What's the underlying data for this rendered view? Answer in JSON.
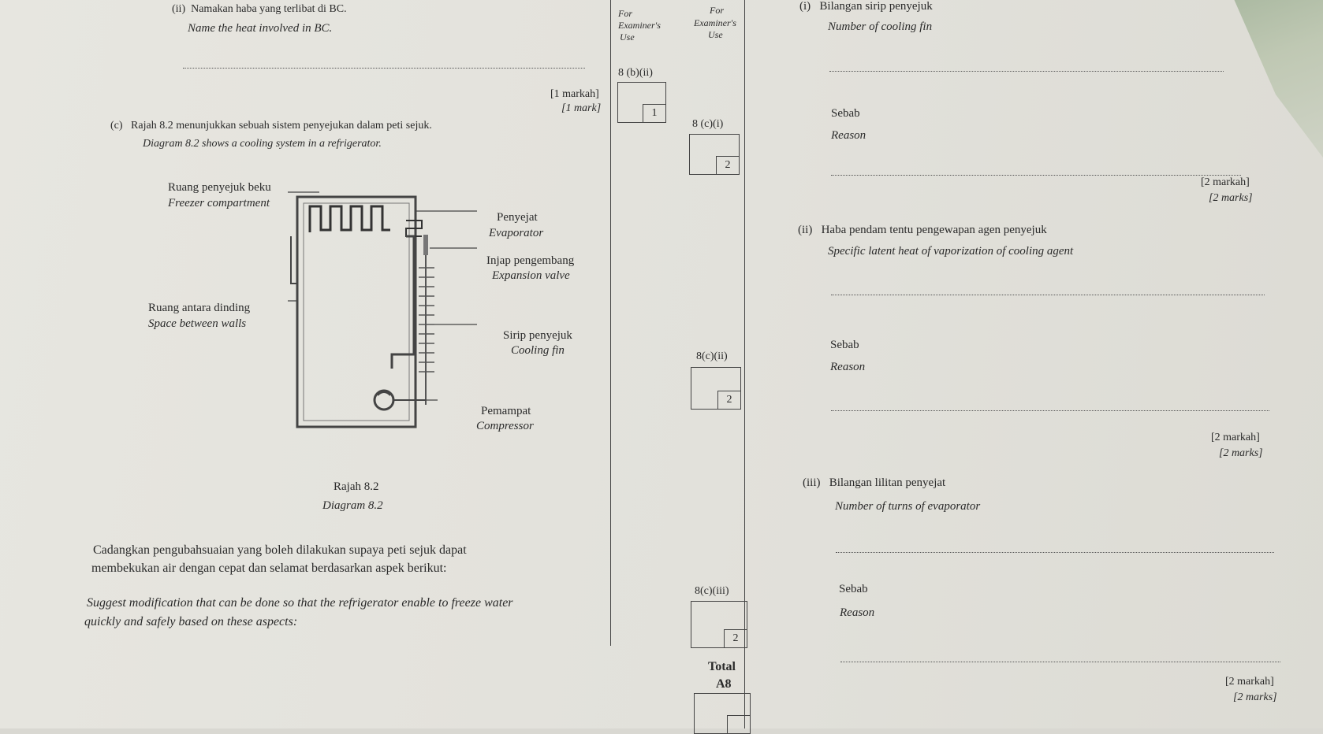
{
  "left": {
    "q_b_ii_marker": "(ii)",
    "q_b_ii_ms": "Namakan haba yang terlibat di BC.",
    "q_b_ii_en": "Name the heat involved in BC.",
    "q_b_ii_mark_ms": "[1 markah]",
    "q_b_ii_mark_en": "[1 mark]",
    "q_c_marker": "(c)",
    "q_c_ms": "Rajah 8.2 menunjukkan sebuah sistem penyejukan dalam peti sejuk.",
    "q_c_en": "Diagram 8.2 shows a cooling system in a refrigerator.",
    "caption_ms": "Rajah 8.2",
    "caption_en": "Diagram 8.2",
    "suggest_ms_1": "Cadangkan  pengubahsuaian  yang  boleh  dilakukan  supaya  peti  sejuk  dapat",
    "suggest_ms_2": "membekukan air dengan cepat dan selamat berdasarkan aspek berikut:",
    "suggest_en_1": "Suggest modification that can be done so that the refrigerator enable to freeze water",
    "suggest_en_2": "quickly and safely based on these aspects:"
  },
  "diagram_labels": {
    "freezer_ms": "Ruang penyejuk beku",
    "freezer_en": "Freezer compartment",
    "evaporator_ms": "Penyejat",
    "evaporator_en": "Evaporator",
    "valve_ms": "Injap pengembang",
    "valve_en": "Expansion valve",
    "walls_ms": "Ruang antara dinding",
    "walls_en": "Space between walls",
    "fin_ms": "Sirip penyejuk",
    "fin_en": "Cooling fin",
    "compressor_ms": "Pemampat",
    "compressor_en": "Compressor"
  },
  "examiner": {
    "for_1": "For",
    "examiners_1": "Examiner's",
    "use_1": "Use",
    "for_2": "For",
    "examiners_2": "Examiner's",
    "use_2": "Use",
    "code_b_ii": "8 (b)(ii)",
    "score_b_ii": "1",
    "code_c_i": "8 (c)(i)",
    "score_c_i": "2",
    "code_c_ii": "8(c)(ii)",
    "score_c_ii": "2",
    "code_c_iii": "8(c)(iii)",
    "score_c_iii": "2",
    "total_label": "Total",
    "total_code": "A8"
  },
  "right": {
    "i_marker": "(i)",
    "i_ms": "Bilangan sirip penyejuk",
    "i_en": "Number of cooling fin",
    "i_reason_ms": "Sebab",
    "i_reason_en": "Reason",
    "i_mark_ms": "[2 markah]",
    "i_mark_en": "[2 marks]",
    "ii_marker": "(ii)",
    "ii_ms": "Haba pendam tentu pengewapan agen penyejuk",
    "ii_en": "Specific latent heat of vaporization of cooling agent",
    "ii_reason_ms": "Sebab",
    "ii_reason_en": "Reason",
    "ii_mark_ms": "[2 markah]",
    "ii_mark_en": "[2 marks]",
    "iii_marker": "(iii)",
    "iii_ms": "Bilangan lilitan penyejat",
    "iii_en": "Number of turns of evaporator",
    "iii_reason_ms": "Sebab",
    "iii_reason_en": "Reason",
    "iii_mark_ms": "[2 markah]",
    "iii_mark_en": "[2 marks]"
  }
}
